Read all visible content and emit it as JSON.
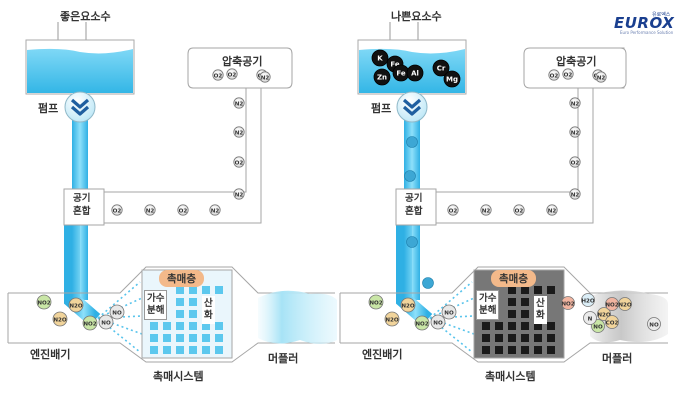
{
  "brand": {
    "logo": "EUROX",
    "logo_sub": "유로엑스",
    "tagline": "Euro Performance Solution"
  },
  "left": {
    "title": "좋은요소수",
    "compressed_air": "압축공기",
    "pump": "펌프",
    "mixing": "공기\n혼합",
    "engine_exhaust": "엔진배기",
    "catalyst_layer": "촉매층",
    "hydrolysis": "가수\n분해",
    "oxidation": "산\n화",
    "catalyst_system": "촉매시스템",
    "muffler": "머플러",
    "air_molecules": [
      "O2",
      "O2",
      "N2",
      "N2",
      "O2",
      "N2",
      "O2",
      "N2",
      "O2",
      "N2",
      "O2",
      "N2"
    ],
    "exhaust_molecules": [
      "NO2",
      "N2O",
      "N2O",
      "NO2",
      "NO",
      "NO"
    ]
  },
  "right": {
    "title": "나쁜요소수",
    "compressed_air": "압축공기",
    "pump": "펌프",
    "mixing": "공기\n혼합",
    "engine_exhaust": "엔진배기",
    "catalyst_layer": "촉매층",
    "hydrolysis": "가수\n분해",
    "oxidation": "산\n화",
    "catalyst_system": "촉매시스템",
    "muffler": "머플러",
    "impurities": [
      "K",
      "Fe",
      "Fe",
      "Zn",
      "Al",
      "Cr",
      "Mg"
    ],
    "air_molecules": [
      "O2",
      "O2",
      "N2",
      "N2",
      "O2",
      "N2",
      "O2",
      "N2",
      "O2",
      "N2",
      "O2",
      "N2"
    ],
    "exhaust_molecules": [
      "NO2",
      "N2O",
      "N2O",
      "NO2",
      "NO",
      "NO"
    ],
    "emission_molecules": [
      "NO2",
      "H2O",
      "N2O",
      "NO",
      "NO2",
      "N",
      "CO2",
      "N2O",
      "NO"
    ]
  },
  "colors": {
    "clean_fluid": "#5cc8ee",
    "catalyst_clean": "#eaf6fc",
    "catalyst_dirty": "#555555",
    "pipe_outline": "#a6a6a6",
    "label_pill": "#f3b98a"
  }
}
